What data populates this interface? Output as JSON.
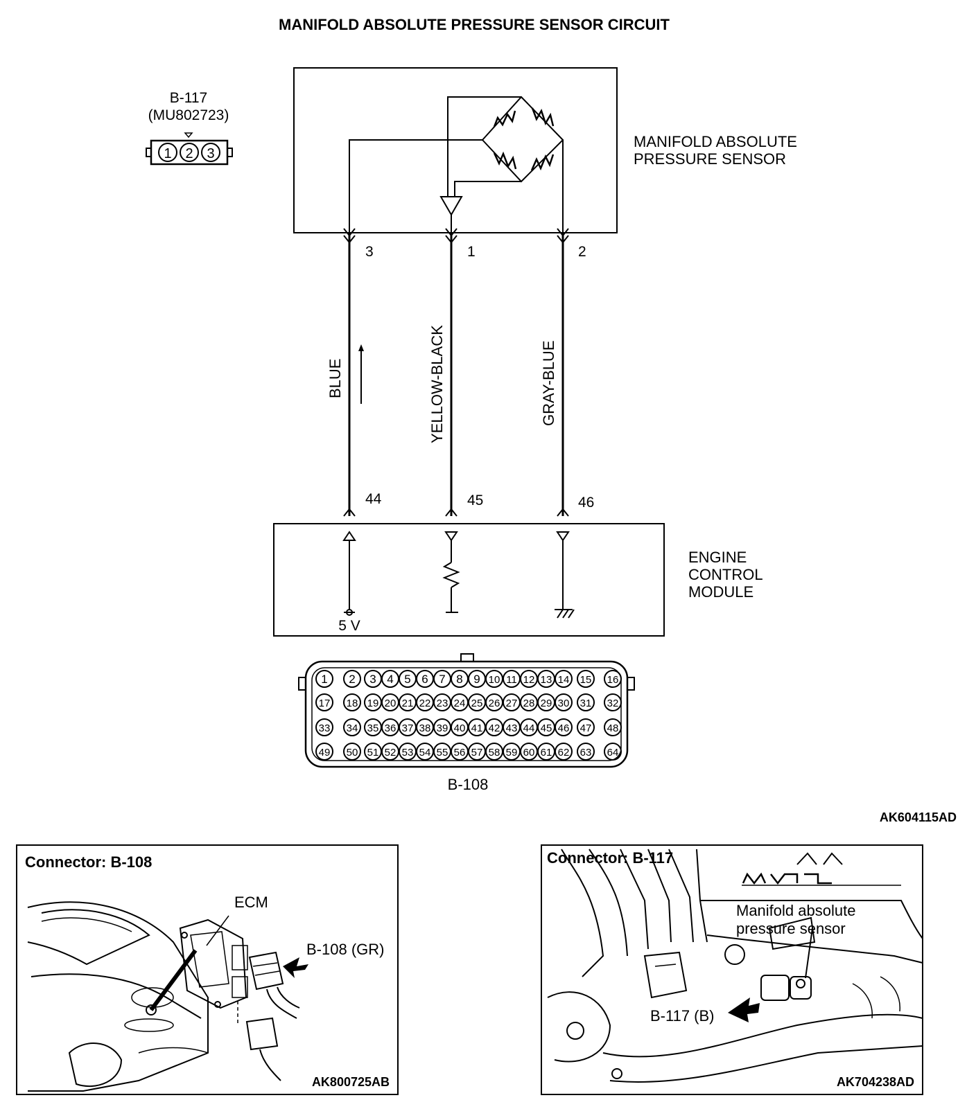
{
  "title": "MANIFOLD ABSOLUTE PRESSURE SENSOR CIRCUIT",
  "connector_b117": {
    "id": "B-117",
    "part": "(MU802723)",
    "pins": [
      "1",
      "2",
      "3"
    ]
  },
  "sensor": {
    "label_line1": "MANIFOLD ABSOLUTE",
    "label_line2": "PRESSURE SENSOR"
  },
  "wires": [
    {
      "sensor_pin": "3",
      "color": "BLUE",
      "ecm_pin": "44"
    },
    {
      "sensor_pin": "1",
      "color": "YELLOW-BLACK",
      "ecm_pin": "45"
    },
    {
      "sensor_pin": "2",
      "color": "GRAY-BLUE",
      "ecm_pin": "46"
    }
  ],
  "ecm": {
    "label_line1": "ENGINE",
    "label_line2": "CONTROL",
    "label_line3": "MODULE",
    "supply": "5 V"
  },
  "connector_b108": {
    "id": "B-108",
    "rows": [
      [
        "1",
        "2",
        "3",
        "4",
        "5",
        "6",
        "7",
        "8",
        "9",
        "10",
        "11",
        "12",
        "13",
        "14",
        "15",
        "16"
      ],
      [
        "17",
        "18",
        "19",
        "20",
        "21",
        "22",
        "23",
        "24",
        "25",
        "26",
        "27",
        "28",
        "29",
        "30",
        "31",
        "32"
      ],
      [
        "33",
        "34",
        "35",
        "36",
        "37",
        "38",
        "39",
        "40",
        "41",
        "42",
        "43",
        "44",
        "45",
        "46",
        "47",
        "48"
      ],
      [
        "49",
        "50",
        "51",
        "52",
        "53",
        "54",
        "55",
        "56",
        "57",
        "58",
        "59",
        "60",
        "61",
        "62",
        "63",
        "64"
      ]
    ]
  },
  "figure_code_main": "AK604115AD",
  "panel_left": {
    "title": "Connector: B-108",
    "ecm_label": "ECM",
    "connector_label": "B-108 (GR)",
    "code": "AK800725AB"
  },
  "panel_right": {
    "title": "Connector: B-117",
    "sensor_label_line1": "Manifold absolute",
    "sensor_label_line2": "pressure sensor",
    "connector_label": "B-117 (B)",
    "code": "AK704238AD"
  }
}
